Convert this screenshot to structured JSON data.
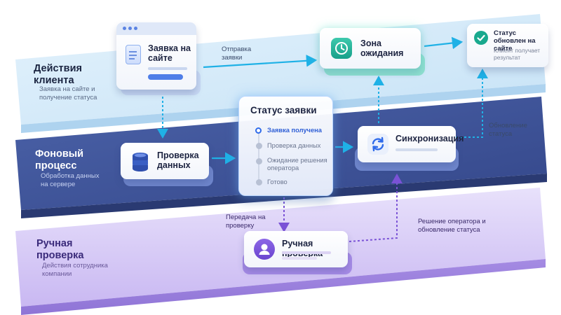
{
  "layers": {
    "client": {
      "title": "Действия клиента",
      "subtitle": "Заявка на сайте и получение статуса"
    },
    "background": {
      "title": "Фоновый процесс",
      "subtitle": "Обработка данных на сервере"
    },
    "manual": {
      "title": "Ручная проверка",
      "subtitle": "Действия сотрудника компании"
    }
  },
  "cards": {
    "site_request": {
      "title": "Заявка на сайте"
    },
    "waiting_zone": {
      "title": "Зона ожидания"
    },
    "status_updated": {
      "title": "Статус обновлен на сайте",
      "subtitle": "Клиент получает результат"
    },
    "data_check": {
      "title": "Проверка данных"
    },
    "sync": {
      "title": "Синхронизация"
    },
    "manual_check": {
      "title": "Ручная проверка"
    }
  },
  "status_panel": {
    "title": "Статус заявки",
    "steps": [
      {
        "label": "Заявка получена",
        "active": true
      },
      {
        "label": "Проверка данных",
        "active": false
      },
      {
        "label": "Ожидание решения оператора",
        "active": false
      },
      {
        "label": "Готово",
        "active": false
      }
    ]
  },
  "arrows": {
    "send_request": "Отправка заявки",
    "status_refresh": "Обновление статуса",
    "handoff_check": "Передача на проверку",
    "operator_decision": "Решение оператора и обновление статуса"
  },
  "icons": [
    "browser-window-icon",
    "document-icon",
    "clock-icon",
    "checkmark-icon",
    "database-icon",
    "sync-icon",
    "user-icon"
  ],
  "colors": {
    "client_layer": "#d7ecfa",
    "background_layer": "#3f5597",
    "manual_layer": "#d9cff5",
    "accent_blue": "#2f6bea",
    "accent_teal": "#19a98e",
    "accent_purple": "#7a52d6",
    "arrow_cyan": "#1fb1e6"
  }
}
